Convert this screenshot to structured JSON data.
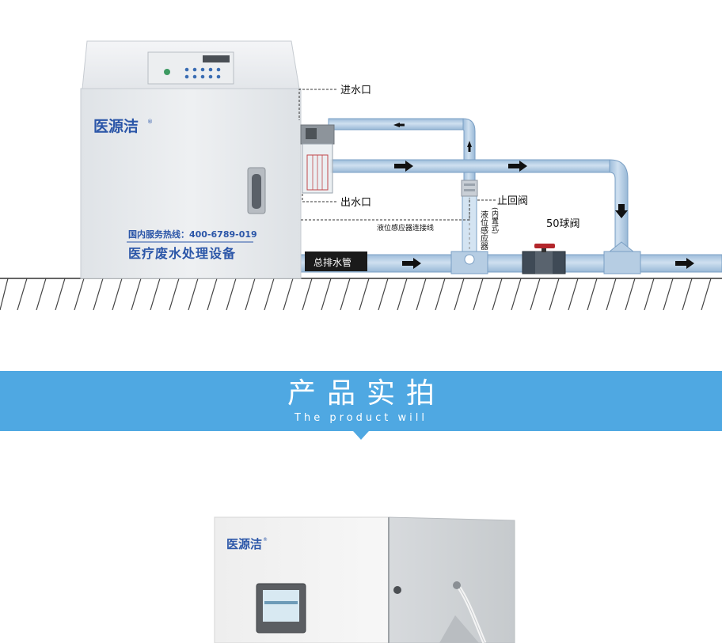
{
  "diagram": {
    "brand": "医源洁",
    "registered_mark": "®",
    "hotline": "国内服务热线：400-6789-019",
    "product_name": "医疗废水处理设备",
    "labels": {
      "inlet": "进水口",
      "outlet": "出水口",
      "check_valve": "止回阀",
      "sensor_cable": "液位感应器连接线",
      "sensor": "液位感应器",
      "sensor_note": "(内置式)",
      "ball_valve": "50球阀",
      "main_drain": "总排水管"
    }
  },
  "banner": {
    "title": "产品实拍",
    "subtitle": "The product will"
  },
  "photo": {
    "brand": "医源洁",
    "registered_mark": "®"
  },
  "colors": {
    "banner": "#4fa8e2",
    "pipe": "#b8d1e8",
    "pipe_edge": "#7a9fc4",
    "cabinet": "#e9ecef",
    "brand_blue": "#2b56a8",
    "plaque": "#1a1a1a"
  }
}
